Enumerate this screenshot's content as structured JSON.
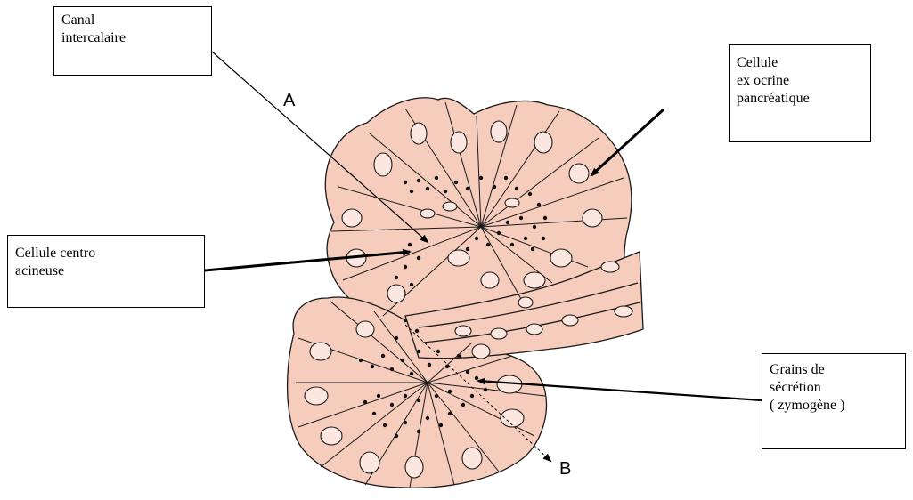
{
  "labels": {
    "canal": [
      "Canal",
      "intercalaire"
    ],
    "exocrine": [
      "Cellule",
      "ex ocrine",
      "pancréatique"
    ],
    "centro": [
      "Cellule centro",
      "acineuse"
    ],
    "grains": [
      "Grains de",
      "sécrétion",
      "( zymogène )"
    ]
  },
  "letters": {
    "a": "A",
    "b": "B"
  },
  "colors": {
    "tissue_fill": "#f6cdbd",
    "outline": "#1a1a1a"
  }
}
